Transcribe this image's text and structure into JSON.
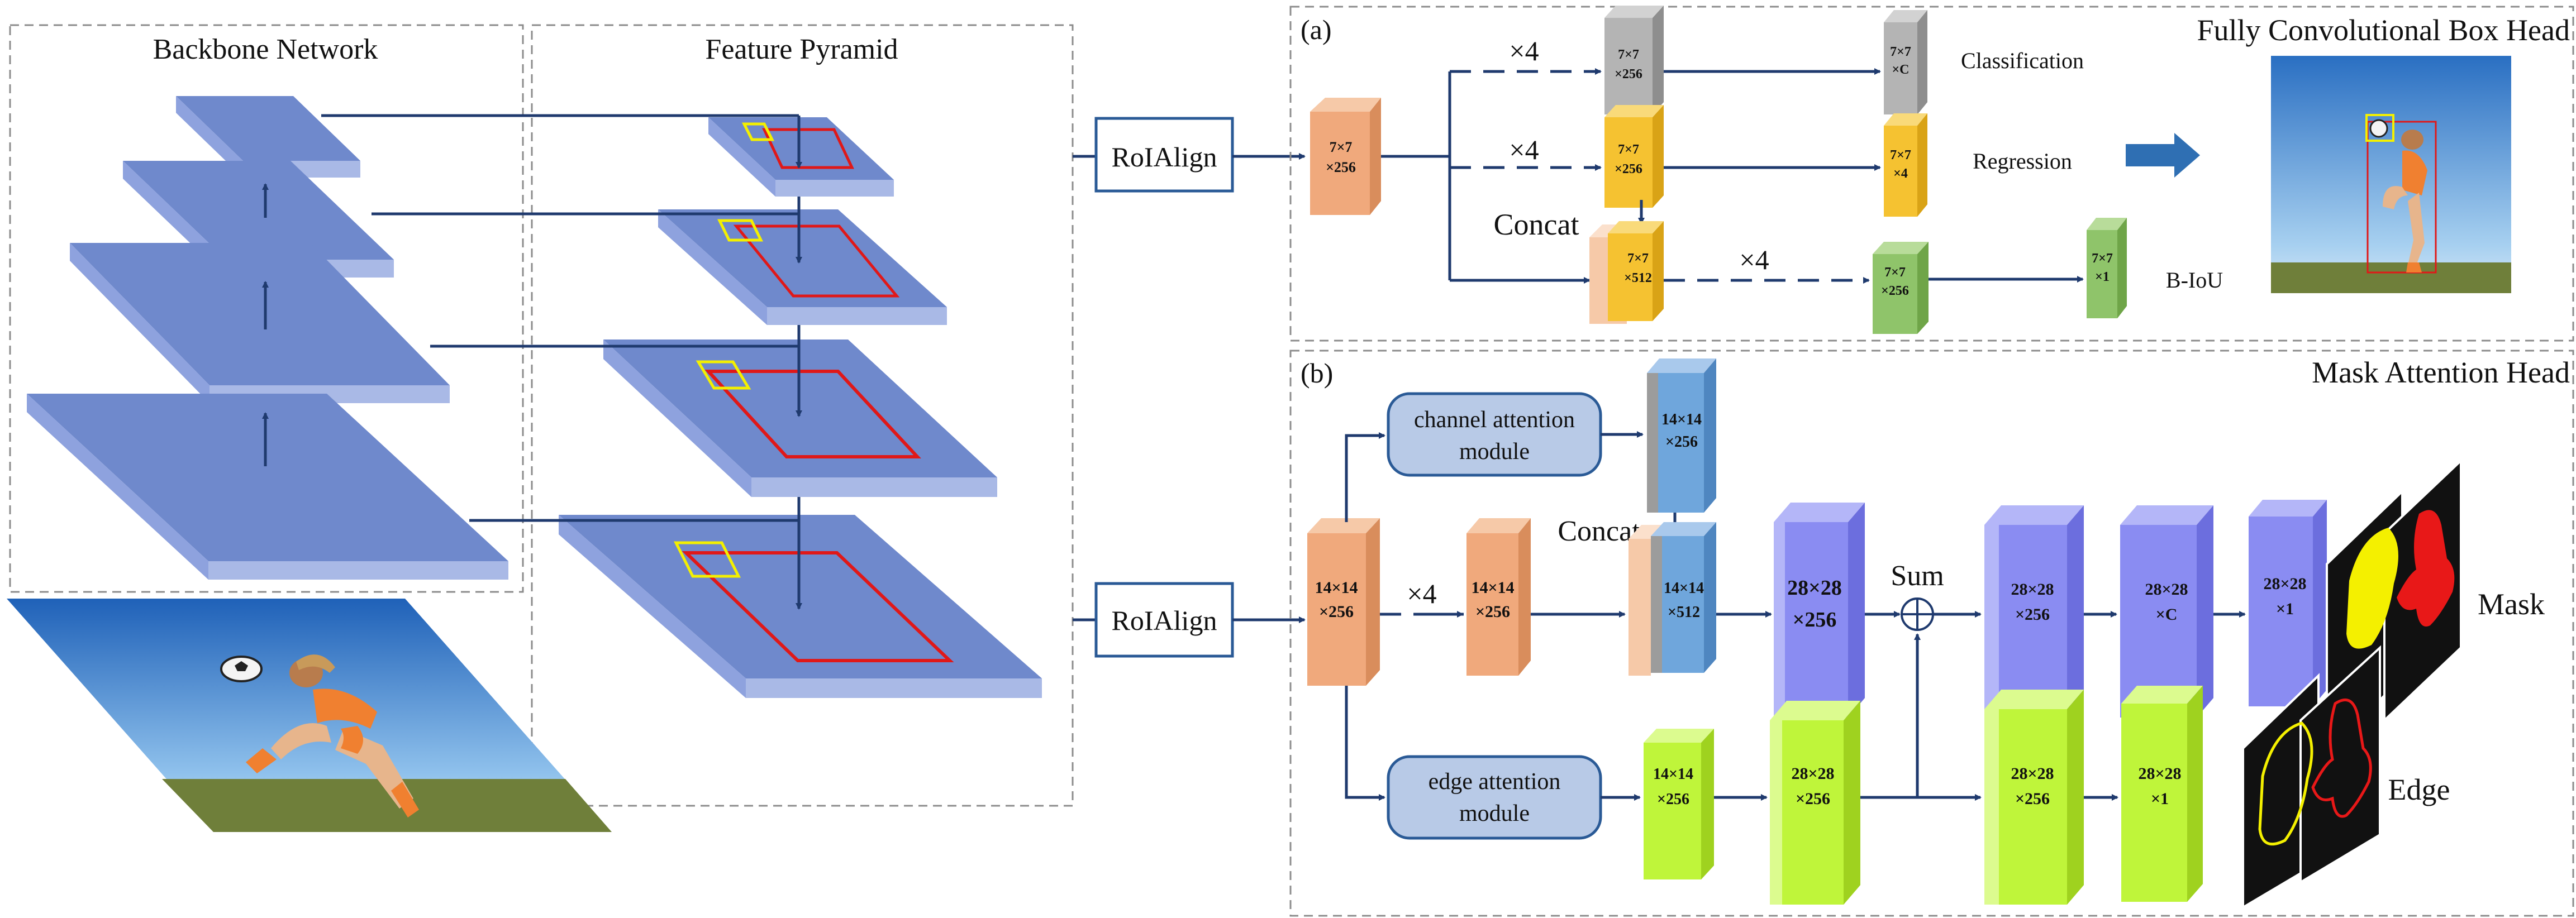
{
  "left": {
    "backbone_title": "Backbone Network",
    "pyramid_title": "Feature Pyramid"
  },
  "roialign": {
    "label": "RoIAlign"
  },
  "head_a": {
    "tag": "(a)",
    "title": "Fully Convolutional Box Head",
    "input_l1": "7×7",
    "input_l2": "×256",
    "times4_top": "×4",
    "times4_mid": "×4",
    "times4_concat": "×4",
    "gray_l1": "7×7",
    "gray_l2": "×256",
    "cls_l1": "7×7",
    "cls_l2": "×C",
    "cls_label": "Classification",
    "yel_l1": "7×7",
    "yel_l2": "×256",
    "reg_l1": "7×7",
    "reg_l2": "×4",
    "reg_label": "Regression",
    "concat_label": "Concat",
    "cat_l1": "7×7",
    "cat_l2": "×512",
    "green_l1": "7×7",
    "green_l2": "×256",
    "biou_l1": "7×7",
    "biou_l2": "×1",
    "biou_label": "B-IoU"
  },
  "head_b": {
    "tag": "(b)",
    "title": "Mask Attention Head",
    "cam_l1": "channel attention",
    "cam_l2": "module",
    "eam_l1": "edge attention",
    "eam_l2": "module",
    "in_l1": "14×14",
    "in_l2": "×256",
    "times4": "×4",
    "o1_l1": "14×14",
    "o1_l2": "×256",
    "ch_l1": "14×14",
    "ch_l2": "×256",
    "concat_label": "Concat",
    "cat_l1": "14×14",
    "cat_l2": "×512",
    "p1_l1": "28×28",
    "p1_l2": "×256",
    "sum_label": "Sum",
    "p2_l1": "28×28",
    "p2_l2": "×256",
    "p3_l1": "28×28",
    "p3_l2": "×C",
    "p4_l1": "28×28",
    "p4_l2": "×1",
    "mask_label": "Mask",
    "g1_l1": "14×14",
    "g1_l2": "×256",
    "g2_l1": "28×28",
    "g2_l2": "×256",
    "g3_l1": "28×28",
    "g3_l2": "×256",
    "g4_l1": "28×28",
    "g4_l2": "×1",
    "edge_label": "Edge"
  },
  "colors": {
    "navy": "#1f3a6e",
    "layer_top": "#6f89cc",
    "layer_side": "#a9b9e6",
    "roi_red": "#e01818",
    "anchor_yellow": "#f4f000",
    "orange": "#f0a97c",
    "gray": "#b4b4b4",
    "yellow_block": "#f5c231",
    "green_block": "#8fc46a",
    "purple_block": "#8a8cf2",
    "lime_block": "#bff53a",
    "blue_block": "#6fa6dc",
    "module_fill": "#b8cae7",
    "box_stroke": "#2a5a96",
    "arrow_blue": "#2f6fb3"
  }
}
